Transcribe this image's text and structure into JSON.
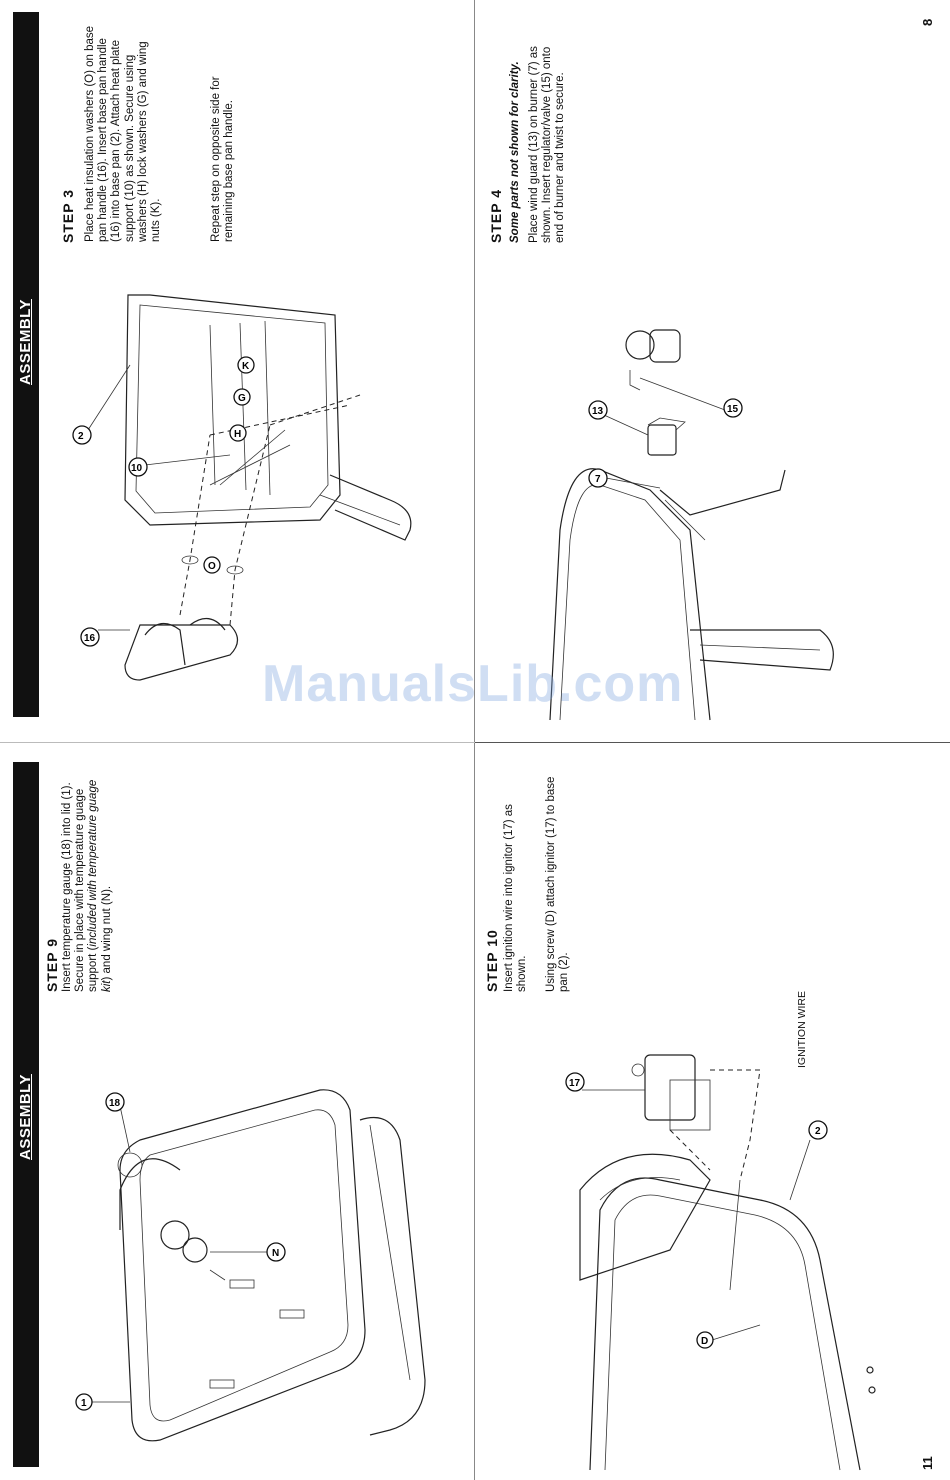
{
  "header": {
    "assembly_label": "ASSEMBLY"
  },
  "page_numbers": {
    "left": "11",
    "right": "8"
  },
  "watermark": "ManualsLib.com",
  "step3": {
    "title": "STEP 3",
    "para1_lines": [
      "Place heat insulation washers (O) on base",
      "pan handle (16). Insert base pan handle",
      "(16) into base pan (2). Attach heat plate",
      "support (10) as shown. Secure using",
      "washers (H) lock washers (G) and wing",
      "nuts (K)."
    ],
    "para2_lines": [
      "Repeat step on opposite side for",
      "remaining base pan handle."
    ],
    "callouts": [
      "2",
      "10",
      "H",
      "G",
      "K",
      "O",
      "16"
    ]
  },
  "step4": {
    "title": "STEP 4",
    "subtitle": "Some parts not shown for clarity.",
    "para_lines": [
      "Place wind guard (13) on burner (7) as",
      "shown. Insert regulator/valve (15) onto",
      "end of burner and twist to secure."
    ],
    "callouts": [
      "13",
      "7",
      "15"
    ]
  },
  "step9": {
    "title": "STEP 9",
    "line1": "Insert temperature gauge (18) into lid (1).",
    "line2": "Secure in place with temperature guage",
    "line3_a": "support (",
    "line3_b": "included with temperature guage",
    "line4_a": "kit",
    "line4_b": ") and wing nut (N).",
    "callouts": [
      "18",
      "N",
      "1"
    ]
  },
  "step10": {
    "title": "STEP 10",
    "para1_lines": [
      "Insert ignition wire into ignitor (17) as",
      "shown."
    ],
    "para2_lines": [
      "Using screw (D) attach ignitor (17) to base",
      "pan (2)."
    ],
    "wire_label": "IGNITION WIRE",
    "callouts": [
      "17",
      "2",
      "D"
    ]
  },
  "colors": {
    "bar": "#111111",
    "text": "#111111",
    "watermark": "#78a0dc"
  }
}
